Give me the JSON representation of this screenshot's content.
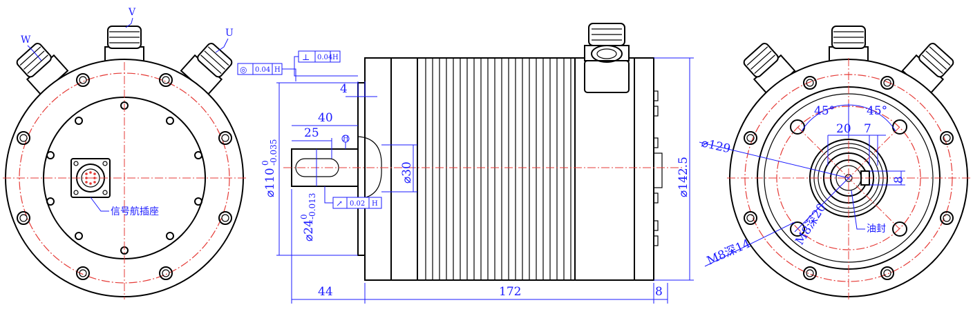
{
  "phase_labels": {
    "w": "W",
    "v": "V",
    "u": "U"
  },
  "connector_label": "信号航插座",
  "oil_seal_label": "油封",
  "dims": {
    "d44": "44",
    "d172": "172",
    "d8_bottom": "8",
    "d40": "40",
    "d25": "25",
    "d4": "4",
    "d30": "⌀30",
    "d142_5": "⌀142.5",
    "d110_main": "⌀110",
    "d110_upper": "0",
    "d110_lower": "-0.035",
    "d24_main": "⌀24",
    "d24_upper": "0",
    "d24_lower": "-0.013",
    "d129": "⌀129",
    "angle_left": "45°",
    "angle_right": "45°",
    "d20": "20",
    "d7": "7",
    "d8_key": "8",
    "m8_depth20": "M8深20",
    "m8_depth14": "M8深14"
  },
  "tolerances": {
    "perpendicularity": {
      "symbol": "⊥",
      "value": "0.04",
      "datum": "H"
    },
    "concentricity": {
      "symbol": "◎",
      "value": "0.04",
      "datum": "H"
    },
    "runout": {
      "symbol": "↗",
      "value": "0.02",
      "datum": "H"
    },
    "datum_marker": "H"
  },
  "colors": {
    "outline": "#000000",
    "centerline": "#e53935",
    "dimension": "#1a1aff"
  }
}
